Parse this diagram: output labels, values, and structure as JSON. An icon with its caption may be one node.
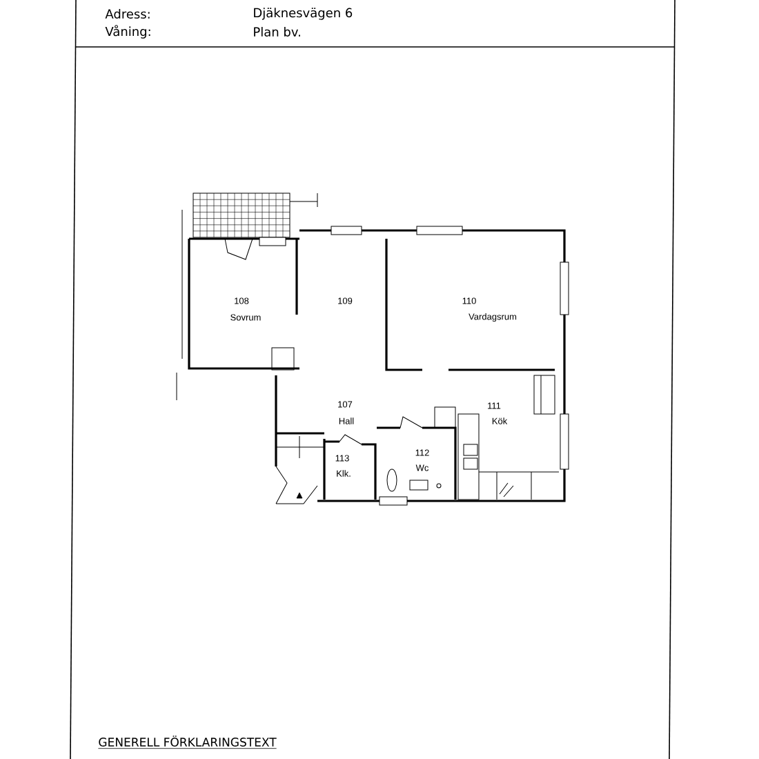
{
  "diagram": {
    "labels": [
      "Adress:",
      "Djäknesvägen 6",
      "Våning:",
      "Plan bv.",
      "108",
      "Sovrum",
      "109",
      "110",
      "Vardagsrum",
      "107",
      "Hall",
      "111",
      "Kök",
      "113",
      "Klk.",
      "112",
      "Wc",
      "GENERELL FÖRKLARINGSTEXT"
    ]
  }
}
